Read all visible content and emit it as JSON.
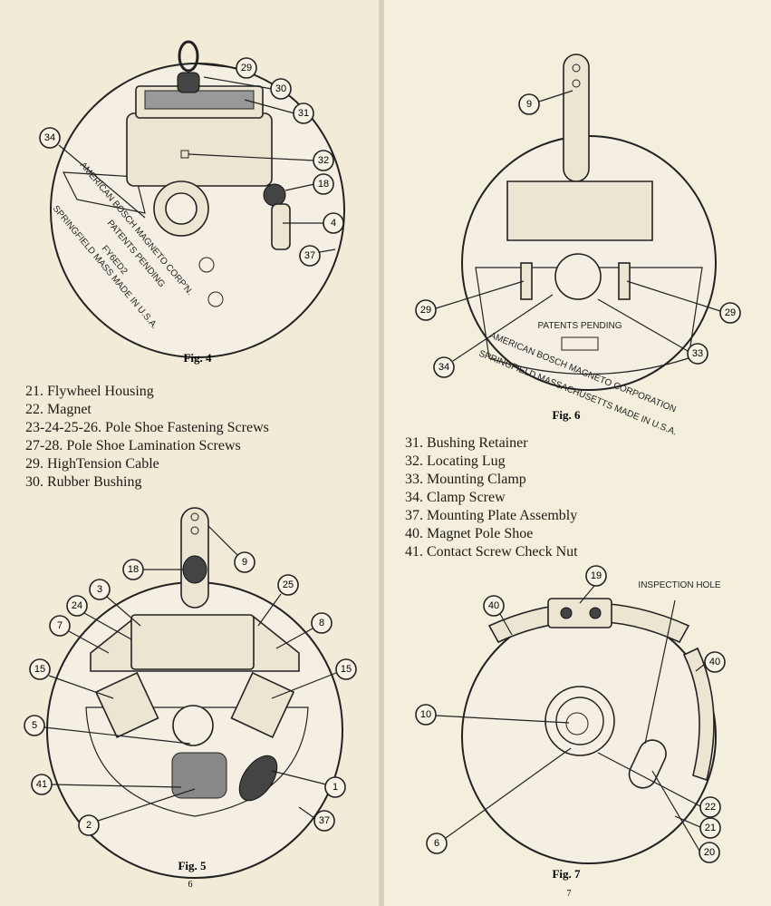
{
  "left_page": {
    "page_number": "6",
    "fig4": {
      "caption": "Fig. 4",
      "callouts": [
        "29",
        "30",
        "31",
        "32",
        "18",
        "4",
        "37",
        "34"
      ],
      "plate_text": {
        "maker": "AMERICAN BOSCH MAGNETO CORP'N.",
        "patents": "PATENTS PENDING",
        "model": "FY6ED2",
        "origin": "SPRINGFIELD MASS MADE IN U.S.A."
      }
    },
    "legend": [
      "21.  Flywheel Housing",
      "22.  Magnet",
      "23-24-25-26.  Pole Shoe Fastening Screws",
      "27-28.  Pole Shoe Lamination Screws",
      "29.  HighTension Cable",
      "30.  Rubber Bushing"
    ],
    "fig5": {
      "caption": "Fig. 5",
      "callouts": [
        "18",
        "9",
        "3",
        "25",
        "24",
        "7",
        "8",
        "15",
        "15",
        "5",
        "1",
        "41",
        "37",
        "2"
      ]
    }
  },
  "right_page": {
    "page_number": "7",
    "fig6": {
      "caption": "Fig. 6",
      "callouts": [
        "9",
        "29",
        "29",
        "33",
        "34"
      ],
      "plate_text": {
        "patents": "PATENTS PENDING",
        "maker": "AMERICAN BOSCH MAGNETO CORPORATION",
        "origin": "SPRINGFIELD MASSACHUSETTS MADE IN U.S.A."
      }
    },
    "legend": [
      "31.  Bushing Retainer",
      "32.  Locating Lug",
      "33.  Mounting Clamp",
      "34.  Clamp Screw",
      "37.  Mounting Plate Assembly",
      "40.  Magnet Pole Shoe",
      "41.  Contact Screw Check Nut"
    ],
    "fig7": {
      "caption": "Fig. 7",
      "inspection_label": "INSPECTION HOLE",
      "callouts": [
        "19",
        "40",
        "40",
        "10",
        "22",
        "21",
        "20",
        "6"
      ]
    }
  }
}
